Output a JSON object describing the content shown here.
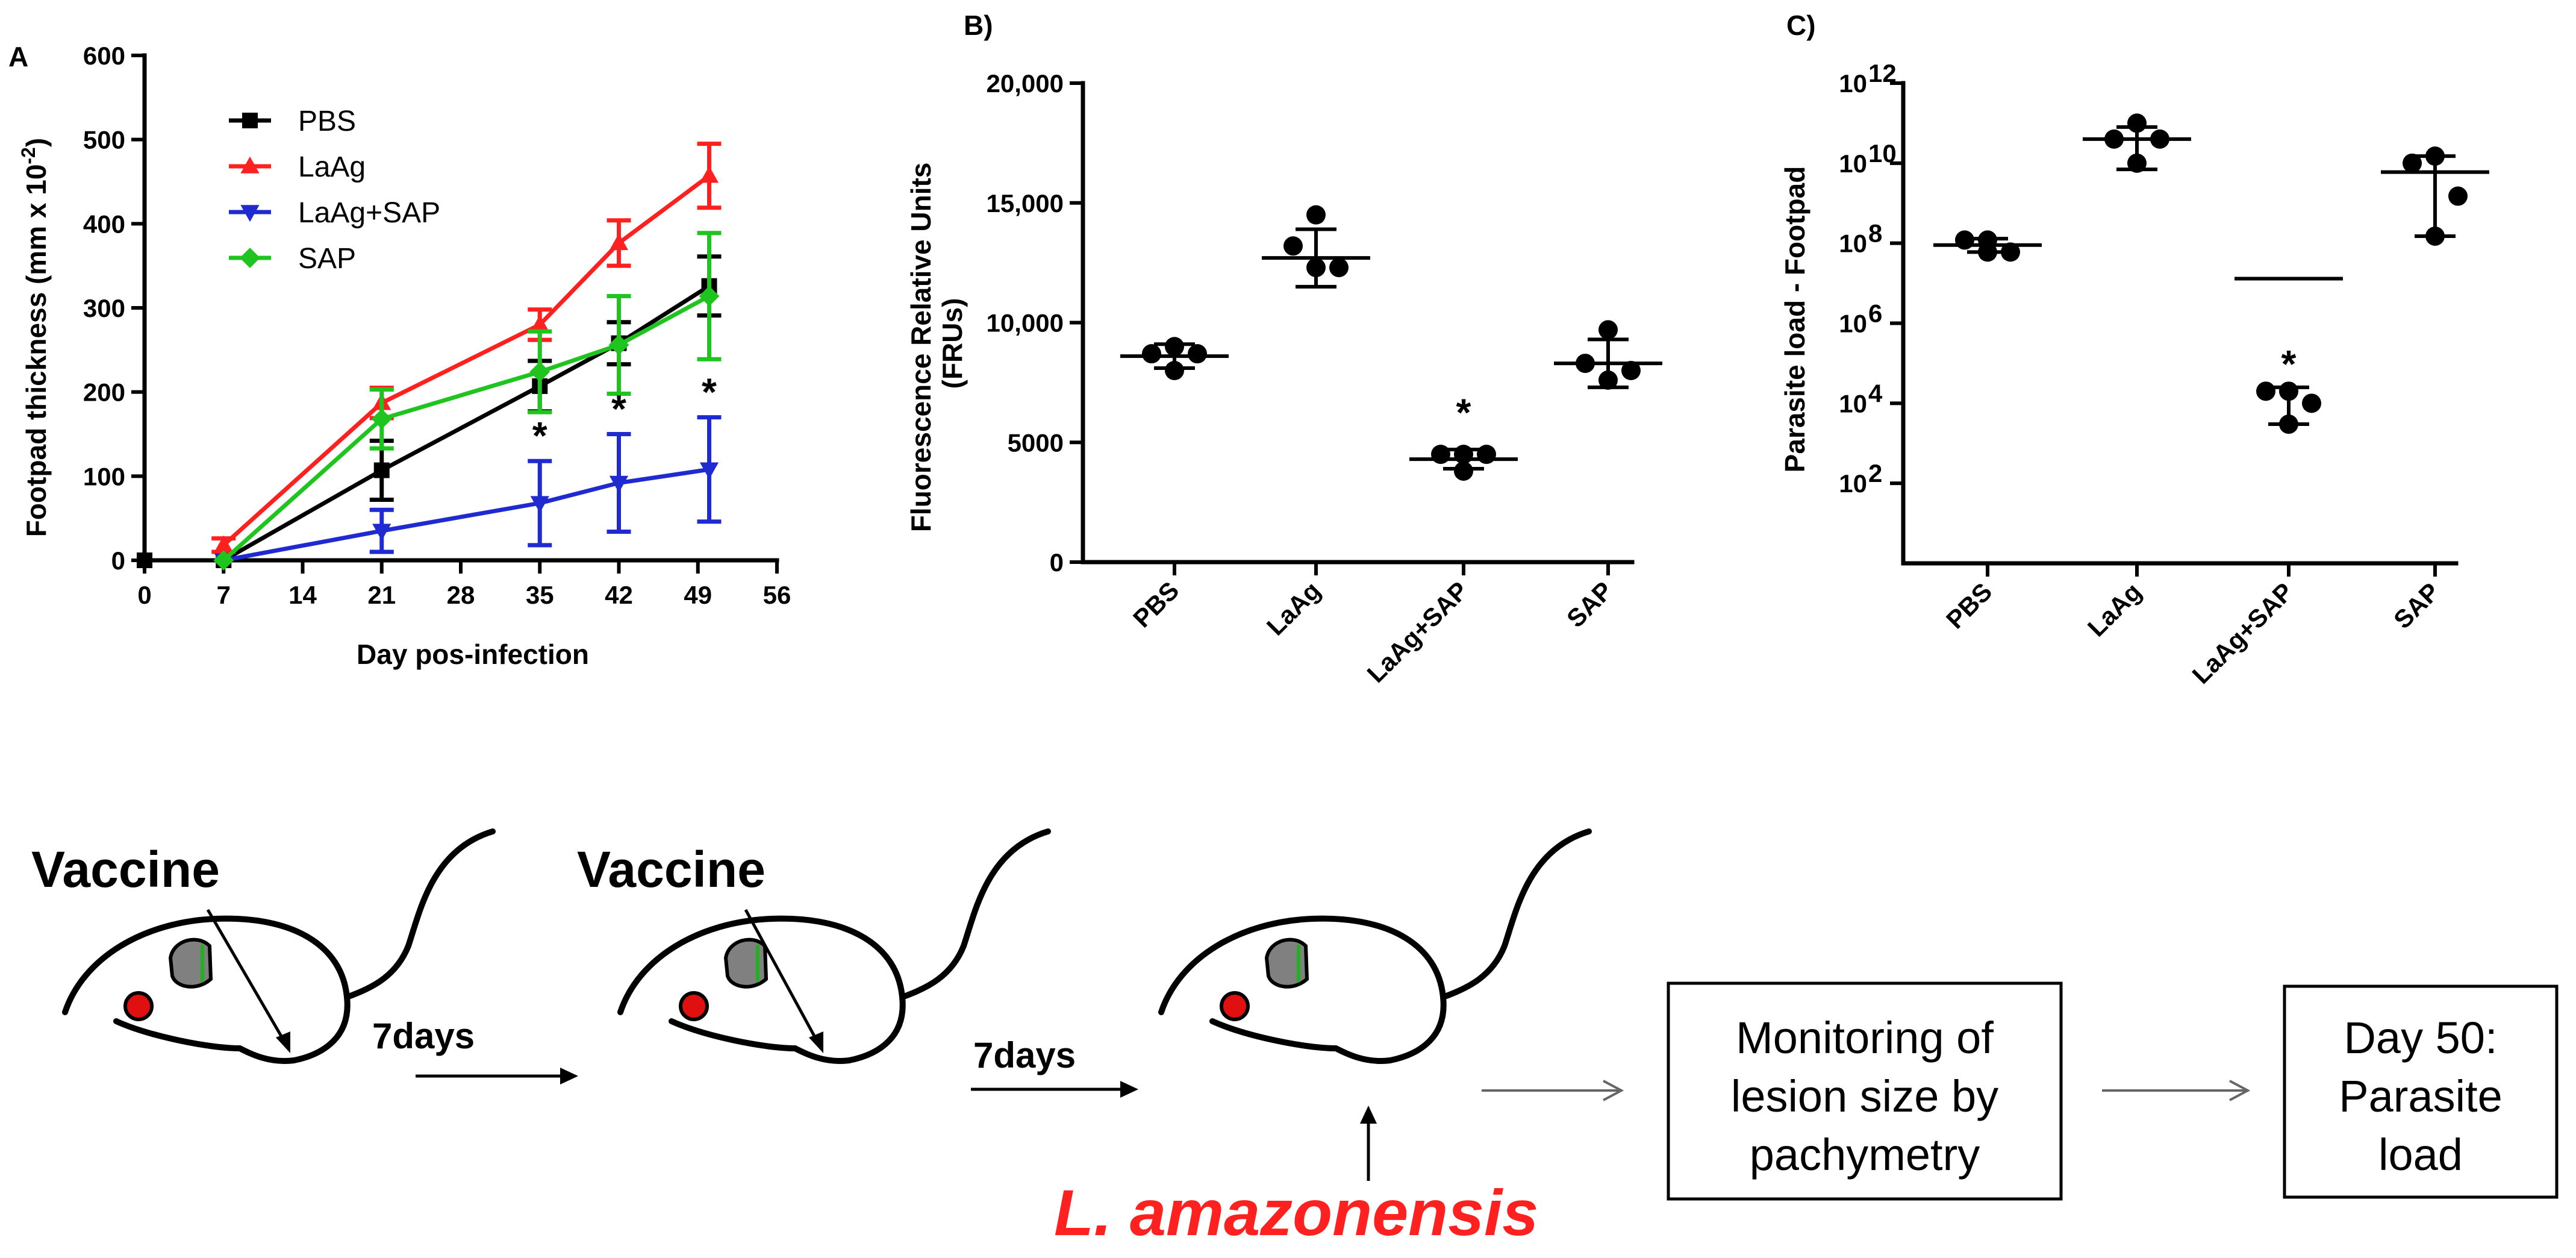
{
  "chart_data": [
    {
      "panel": "A",
      "type": "line",
      "xlabel": "Day pos-infection",
      "ylabel": "Footpad thickness (mm x 10⁻²)",
      "xlim": [
        0,
        56
      ],
      "ylim": [
        0,
        600
      ],
      "xticks": [
        "0",
        "7",
        "14",
        "21",
        "28",
        "35",
        "42",
        "49",
        "56"
      ],
      "yticks": [
        "0",
        "100",
        "200",
        "300",
        "400",
        "500",
        "600"
      ],
      "legend_position": "top-left",
      "series": [
        {
          "name": "PBS",
          "color": "#000000",
          "marker": "square",
          "x": [
            0,
            7,
            21,
            35,
            42,
            50
          ],
          "y": [
            0,
            0,
            107,
            207,
            258,
            326
          ],
          "err": [
            0,
            0,
            35,
            30,
            25,
            35
          ]
        },
        {
          "name": "LaAg",
          "color": "#ff2020",
          "marker": "triangle-up",
          "x": [
            7,
            21,
            35,
            42,
            50
          ],
          "y": [
            18,
            187,
            280,
            377,
            457
          ],
          "err": [
            8,
            18,
            18,
            27,
            38
          ]
        },
        {
          "name": "LaAg+SAP",
          "color": "#1f2ad0",
          "marker": "triangle-down",
          "x": [
            7,
            21,
            35,
            42,
            50
          ],
          "y": [
            0,
            35,
            68,
            92,
            108
          ],
          "err": [
            0,
            25,
            50,
            58,
            62
          ]
        },
        {
          "name": "SAP",
          "color": "#1fc41f",
          "marker": "diamond",
          "x": [
            7,
            21,
            35,
            42,
            50
          ],
          "y": [
            0,
            168,
            224,
            256,
            314
          ],
          "err": [
            0,
            35,
            48,
            58,
            75
          ]
        }
      ],
      "annotations": [
        {
          "text": "*",
          "x": 35,
          "y": 118
        },
        {
          "text": "*",
          "x": 42,
          "y": 150
        },
        {
          "text": "*",
          "x": 50,
          "y": 170
        }
      ]
    },
    {
      "panel": "B)",
      "type": "scatter",
      "ylabel": "Fluorescence Relative Units (FRUs)",
      "ylim": [
        0,
        20000
      ],
      "yticks": [
        "0",
        "5000",
        "10,000",
        "15,000",
        "20,000"
      ],
      "categories": [
        "PBS",
        "LaAg",
        "LaAg+SAP",
        "SAP"
      ],
      "points": [
        [
          8700,
          9000,
          8700,
          8000
        ],
        [
          14500,
          13200,
          12300,
          12300
        ],
        [
          4500,
          4500,
          4500,
          3800
        ],
        [
          9700,
          8300,
          8000,
          7600
        ]
      ],
      "mean": [
        8600,
        12700,
        4300,
        8300
      ],
      "sd": [
        500,
        1200,
        400,
        1000
      ],
      "annotations": [
        {
          "text": "*",
          "category": "LaAg+SAP",
          "y": 6200
        }
      ]
    },
    {
      "panel": "C)",
      "type": "scatter",
      "ylabel": "Parasite load - Footpad",
      "yscale": "log",
      "ylim": [
        1,
        1000000000000.0
      ],
      "yticks": [
        {
          "base": "10",
          "exp": "2"
        },
        {
          "base": "10",
          "exp": "4"
        },
        {
          "base": "10",
          "exp": "6"
        },
        {
          "base": "10",
          "exp": "8"
        },
        {
          "base": "10",
          "exp": "10"
        },
        {
          "base": "10",
          "exp": "12"
        }
      ],
      "categories": [
        "PBS",
        "LaAg",
        "LaAg+SAP",
        "SAP"
      ],
      "points": [
        [
          120000000,
          120000000,
          60000000,
          60000000
        ],
        [
          100000000000,
          40000000000,
          40000000000,
          10000000000
        ],
        [
          20000,
          20000,
          10000,
          3000
        ],
        [
          15000000000,
          10000000000,
          1500000000,
          150000000
        ]
      ],
      "mean": [
        90000000,
        40000000000,
        13000000,
        6000000000
      ],
      "err_low": [
        60000000,
        7000000000,
        3000,
        150000000
      ],
      "err_high": [
        130000000,
        80000000000,
        25000,
        15000000000
      ],
      "annotations": [
        {
          "text": "*",
          "category": "LaAg+SAP",
          "y": 90000
        }
      ]
    }
  ],
  "schematic": {
    "step1_label": "Vaccine",
    "step2_label": "Vaccine",
    "interval1": "7days",
    "interval2": "7days",
    "pathogen": "L. amazonensis",
    "box1": [
      "Monitoring of",
      "lesion size by",
      "pachymetry"
    ],
    "box2": [
      "Day 50:",
      "Parasite",
      "load"
    ]
  }
}
